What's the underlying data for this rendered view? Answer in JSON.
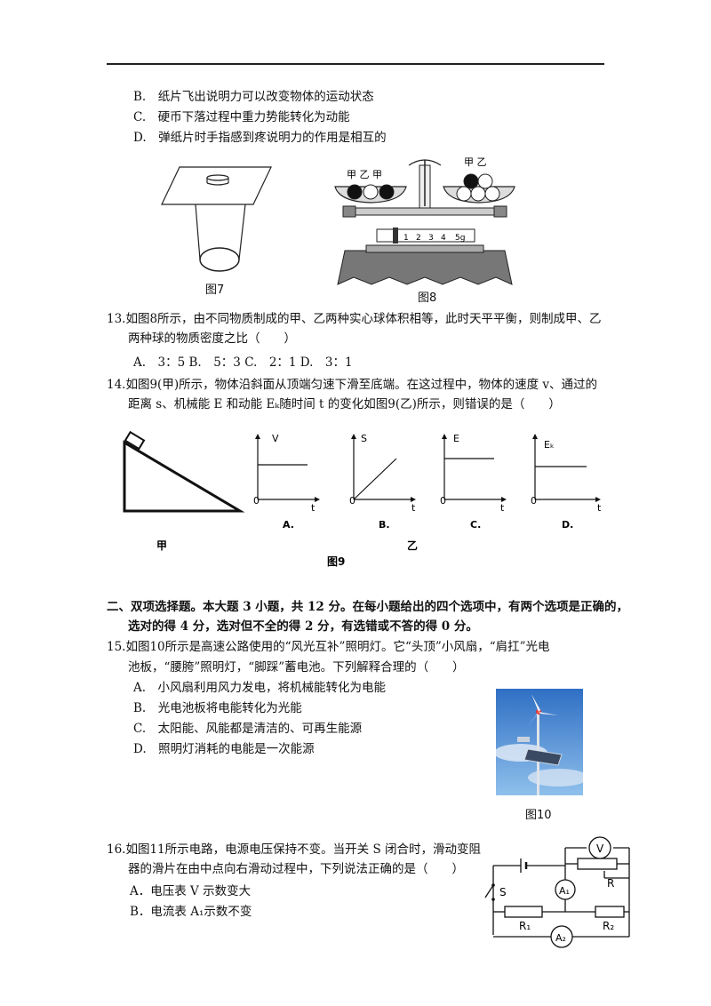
{
  "options_q12": [
    "B.　纸片飞出说明力可以改变物体的运动状态",
    "C.　硬币下落过程中重力势能转化为动能",
    "D.　弹纸片时手指感到疼说明力的作用是相互的"
  ],
  "figures": {
    "fig7_caption": "图7",
    "fig8_caption": "图8",
    "fig8_left_labels": "甲 乙 甲",
    "fig8_right_labels": "甲 乙",
    "fig8_scale": [
      "1",
      "2",
      "3",
      "4",
      "5g"
    ],
    "fig9_caption": "图9",
    "fig9_jia": "甲",
    "fig9_yi": "乙",
    "fig10_caption": "图10"
  },
  "q13": {
    "line1": "13.如图8所示，由不同物质制成的甲、乙两种实心球体积相等，此时天平平衡，则制成甲、乙",
    "line2": "两种球的物质密度之比（　　）",
    "options": "A.　3：5 B.　5：3 C.　2：1 D.　3：1"
  },
  "q14": {
    "line1": "14.如图9(甲)所示，物体沿斜面从顶端匀速下滑至底端。在这过程中，物体的速度 v、通过的",
    "line2": "距离 s、机械能 E 和动能 Eₖ随时间 t 的变化如图9(乙)所示，则错误的是（　　）"
  },
  "graphs": [
    {
      "y": "V",
      "x": "t",
      "origin": "0",
      "label": "A."
    },
    {
      "y": "S",
      "x": "t",
      "origin": "0",
      "label": "B."
    },
    {
      "y": "E",
      "x": "t",
      "origin": "0",
      "label": "C."
    },
    {
      "y": "Eₖ",
      "x": "t",
      "origin": "0",
      "label": "D."
    }
  ],
  "section2": {
    "line1": "二、双项选择题。本大题 3 小题，共 12 分。在每小题给出的四个选项中，有两个选项是正确的，",
    "line2": "选对的得 4 分，选对但不全的得 2 分，有选错或不答的得 0 分。"
  },
  "q15": {
    "line1": "15.如图10所示是高速公路使用的“风光互补”照明灯。它“头顶”小风扇，“肩扛”光电",
    "line2": "池板，“腰胯”照明灯，“脚踩”蓄电池。下列解释合理的（　　）",
    "options": [
      "A.　小风扇利用风力发电，将机械能转化为电能",
      "B.　光电池板将电能转化为光能",
      "C.　太阳能、风能都是清洁的、可再生能源",
      "D.　照明灯消耗的电能是一次能源"
    ]
  },
  "q16": {
    "line1": "16.如图11所示电路，电源电压保持不变。当开关 S 闭合时，滑动变阻",
    "line2": "器的滑片在由中点向右滑动过程中，下列说法正确的是（　　）",
    "options": [
      "A．电压表 V 示数变大",
      "B．电流表 A₁示数不变"
    ]
  },
  "circuit": {
    "voltmeter": "V",
    "ammeter1": "A₁",
    "ammeter2": "A₂",
    "rheostat": "R",
    "r1": "R₁",
    "r2": "R₂",
    "switch": "S"
  }
}
